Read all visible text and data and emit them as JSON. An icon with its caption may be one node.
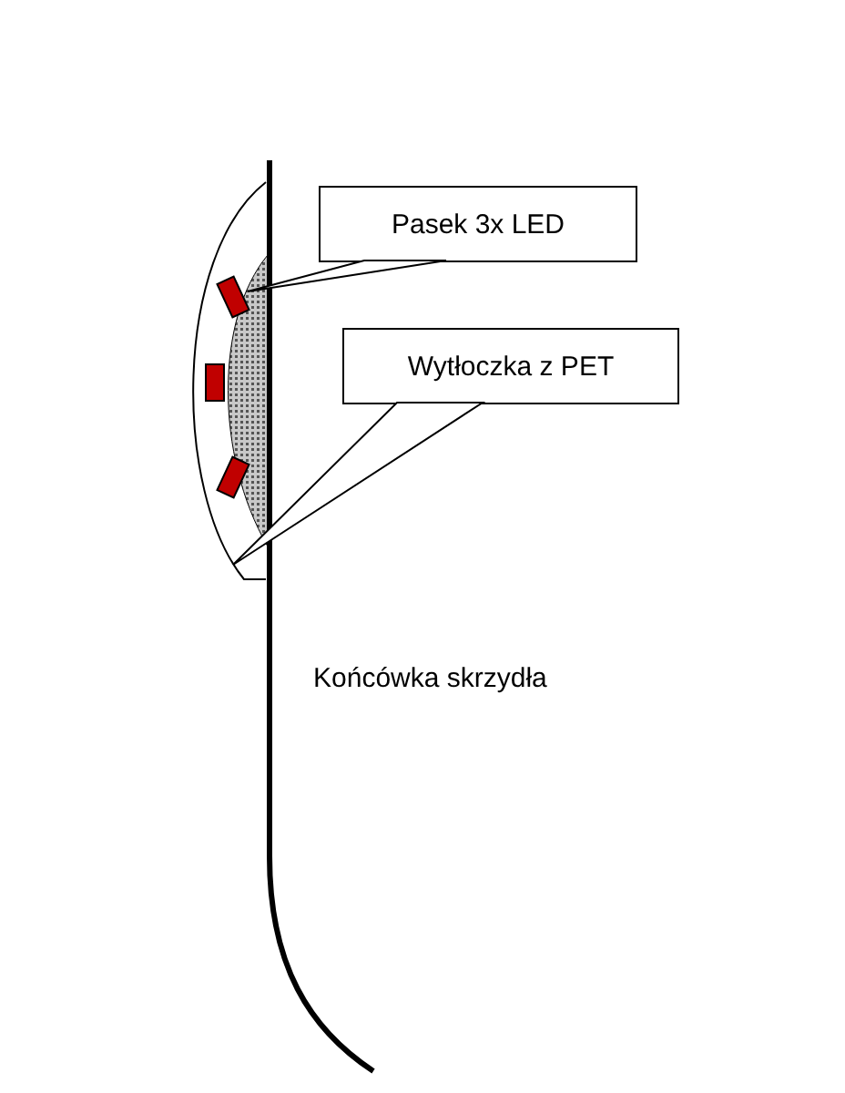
{
  "diagram": {
    "nodes": [
      {
        "text": [
          "Pasek 3x LED"
        ]
      },
      {
        "text": [
          "Wytłoczka z PET"
        ]
      },
      {
        "text": [],
        "shape": "box",
        "in": 3
      },
      {
        "text": [],
        "shape": "box"
      }
    ],
    "edges": [
      {
        "from": 0,
        "to": 2,
        "arrow": "none"
      },
      {
        "from": 1,
        "to": 3,
        "arrow": "none"
      }
    ],
    "labels": [
      "Końcówka skrzydła"
    ]
  }
}
